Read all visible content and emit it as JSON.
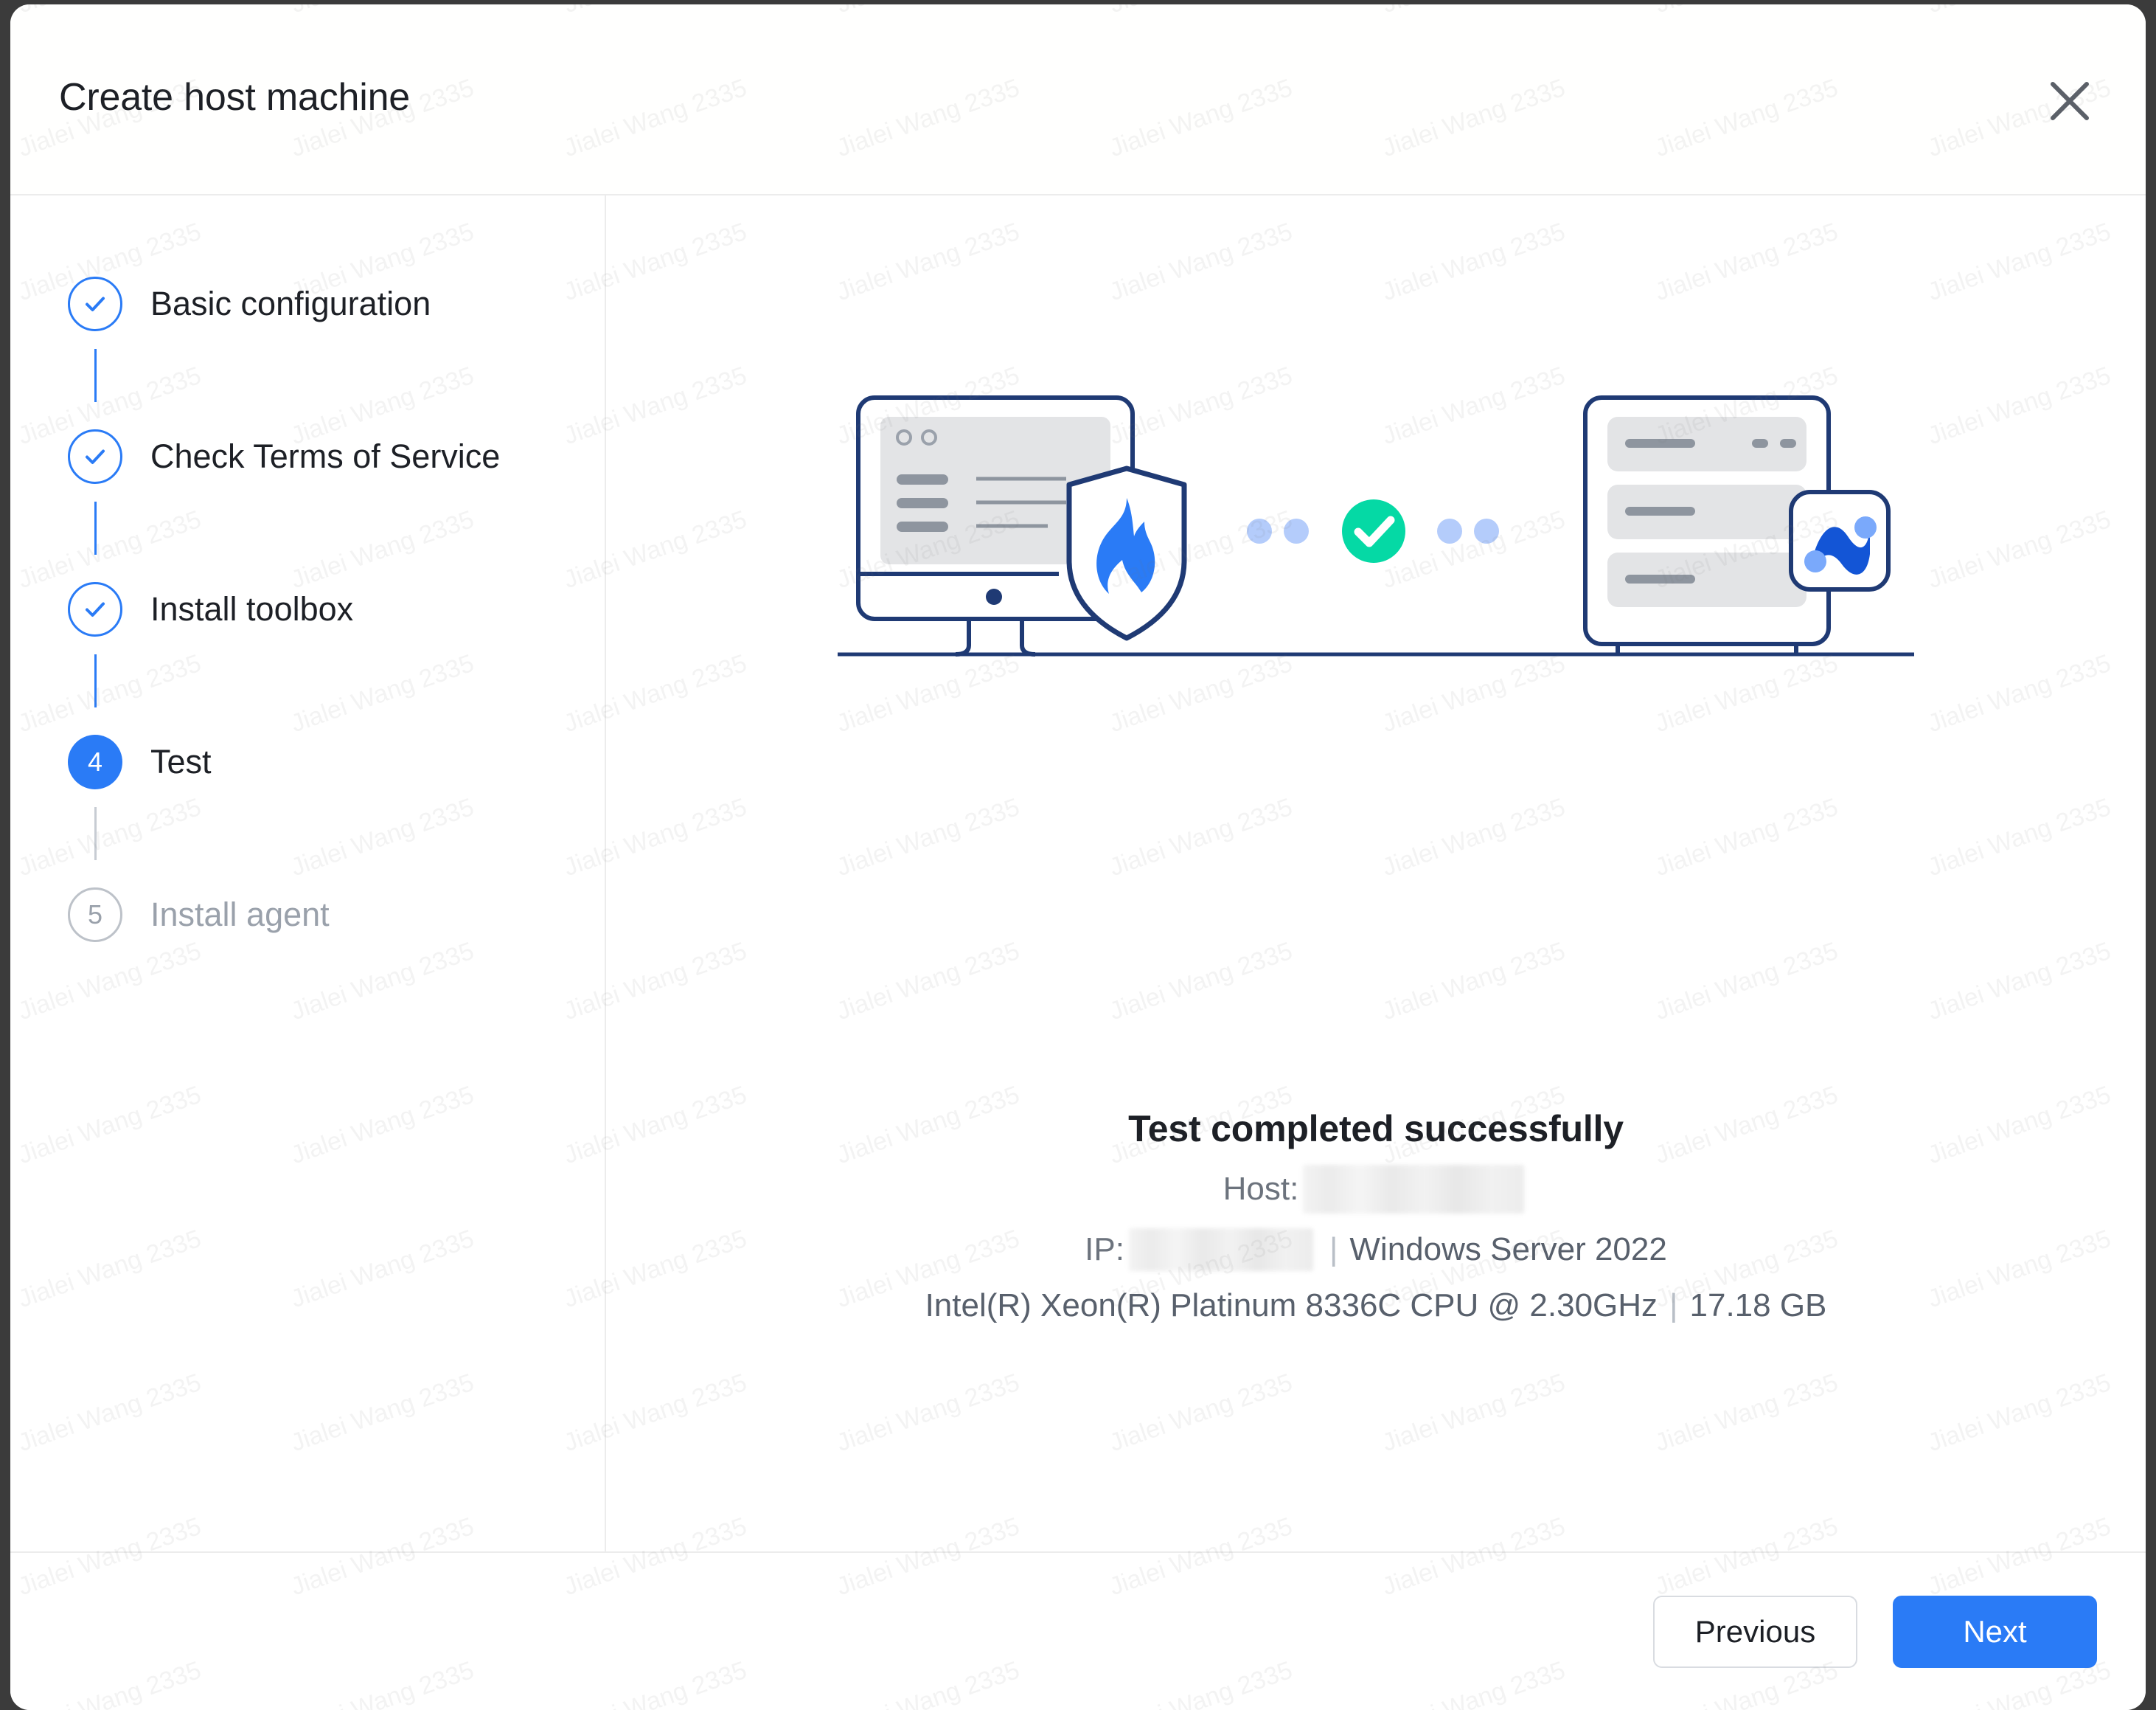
{
  "dialog": {
    "title": "Create host machine",
    "close_icon": "close-icon"
  },
  "stepper": {
    "steps": [
      {
        "num": "1",
        "label": "Basic configuration",
        "state": "done"
      },
      {
        "num": "2",
        "label": "Check Terms of Service",
        "state": "done"
      },
      {
        "num": "3",
        "label": "Install toolbox",
        "state": "done"
      },
      {
        "num": "4",
        "label": "Test",
        "state": "active"
      },
      {
        "num": "5",
        "label": "Install agent",
        "state": "pending"
      }
    ]
  },
  "illustration": {
    "monitor_icon": "desktop-monitor-icon",
    "shield_icon": "shield-flame-icon",
    "server_icon": "server-rack-icon",
    "agent_badge_icon": "agent-wave-logo-icon",
    "success_icon": "success-check-icon",
    "dot_count_left": 2,
    "dot_count_right": 2
  },
  "result": {
    "title": "Test completed successfully",
    "host_label": "Host:",
    "host_value": "",
    "ip_label": "IP:",
    "ip_value": "",
    "separator": "|",
    "os": "Windows Server 2022",
    "cpu": "Intel(R) Xeon(R) Platinum 8336C CPU @ 2.30GHz",
    "memory": "17.18 GB"
  },
  "footer": {
    "previous_label": "Previous",
    "next_label": "Next"
  },
  "colors": {
    "accent_blue": "#2a7bf6",
    "success_green": "#05d9a5",
    "illustration_navy": "#1f3a74",
    "dot_blue": "#b4ccfb",
    "muted_text": "#9aa1ab"
  },
  "watermark": {
    "text": "Jialei Wang 2335"
  }
}
